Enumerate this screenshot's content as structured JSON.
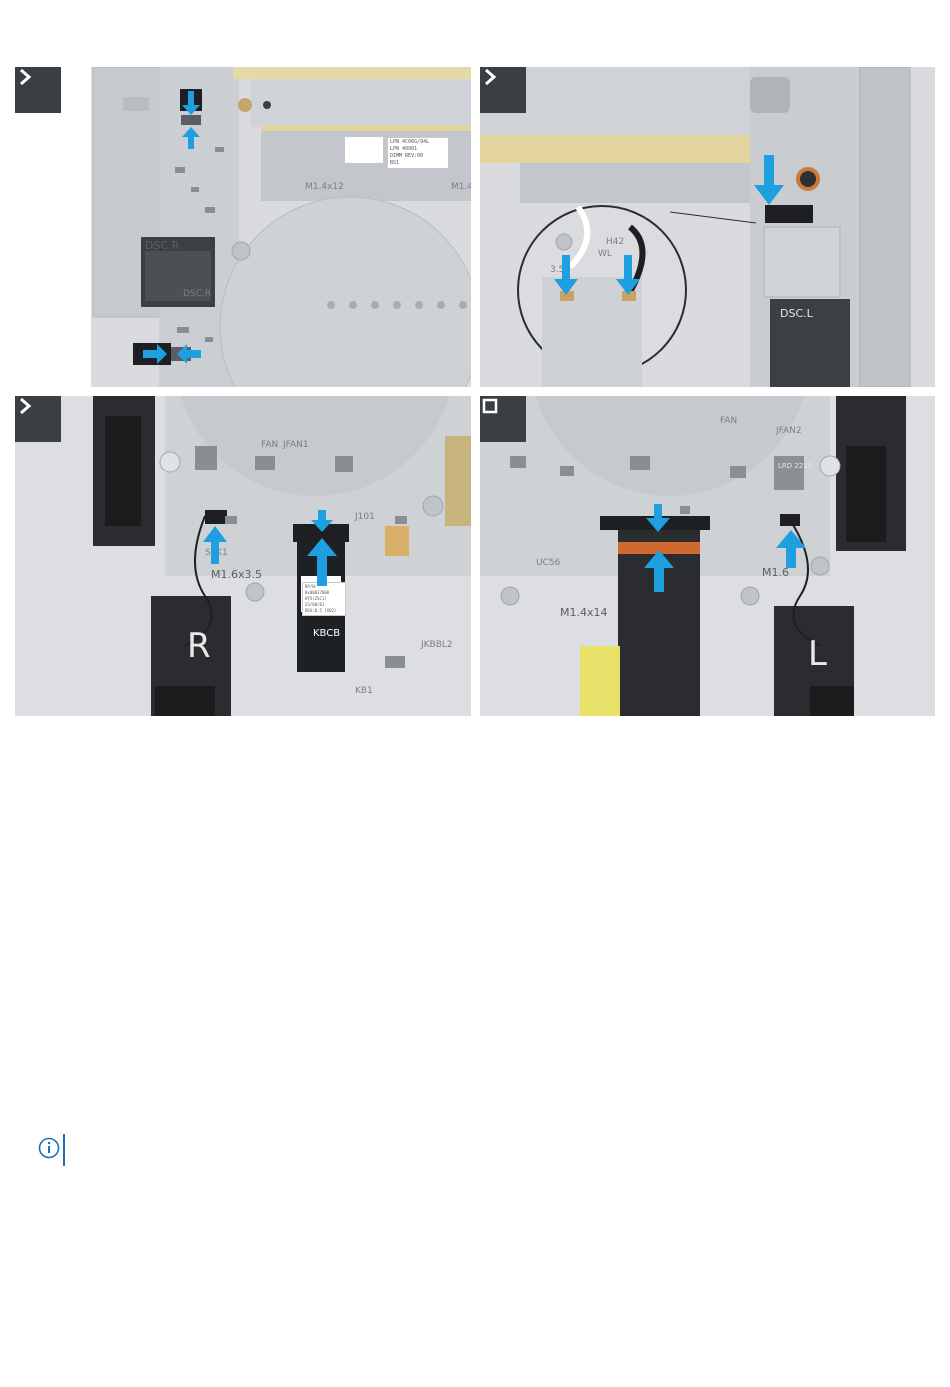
{
  "colors": {
    "arrow": "#1e9fe0",
    "badge": "#3b3f43",
    "board": "#cfd2d6",
    "chassis": "#dfe1e4",
    "note_icon": "#1f6fb4"
  },
  "panels": [
    {
      "step_icon": "chevron-right-icon",
      "labels": [
        "DSC.R",
        "DSC.R",
        "M1.4x12",
        "M1.4"
      ],
      "sticker": [
        "LPN 4C06G/94L",
        "LPN 40901",
        "DIMM   REV:00",
        "BS1"
      ]
    },
    {
      "step_icon": "chevron-right-icon",
      "labels": [
        "H42",
        "3.5",
        "WL",
        "DSC.L"
      ]
    },
    {
      "step_icon": "chevron-right-icon",
      "labels": [
        "FAN",
        "JFAN1",
        "M1.6x3.5",
        "R",
        "J101",
        "KB1",
        "JKBBL2",
        "SPK1"
      ],
      "cable_label": "KBCB",
      "sticker": [
        "DP/N: 0x00837008",
        "HTX(ZSC1)  23/08/01",
        "REV:0.5 (X02)"
      ]
    },
    {
      "step_icon": "stop-square-icon",
      "labels": [
        "FAN",
        "JFAN2",
        "M1.4x14",
        "M1.6",
        "L",
        "UC56",
        "LRD 2219"
      ]
    }
  ],
  "note": {
    "icon": "info-circle-icon"
  }
}
